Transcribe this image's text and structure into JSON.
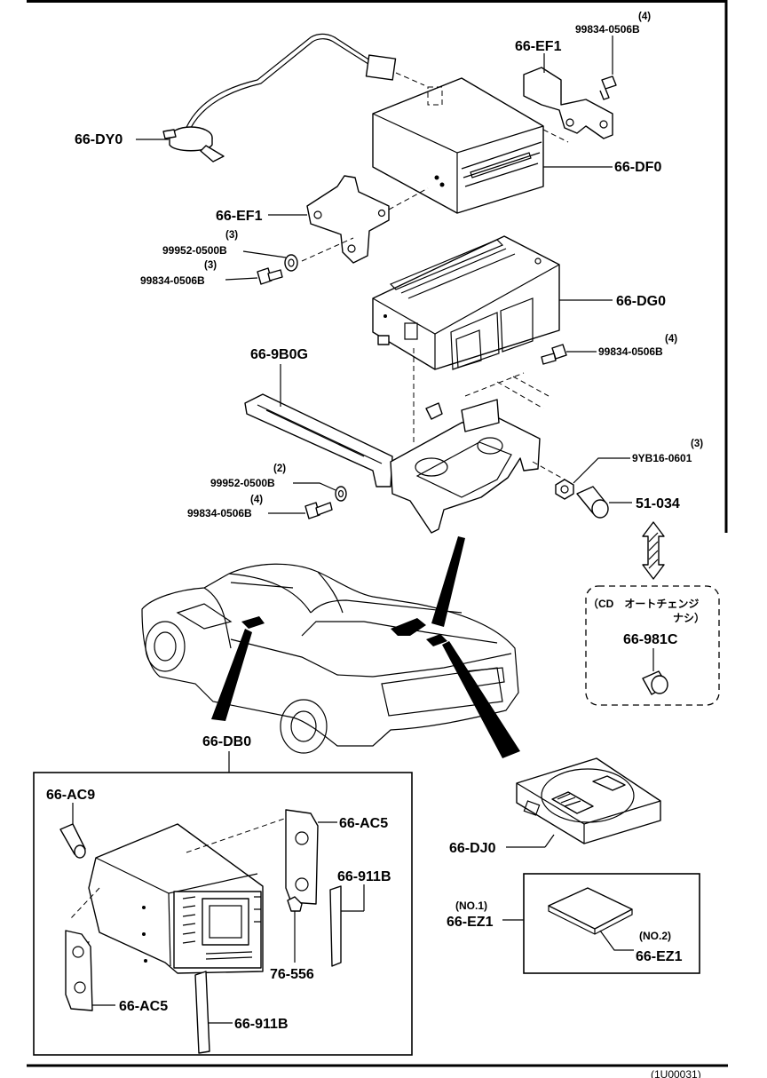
{
  "labels": {
    "dy0": "66-DY0",
    "ef1_top": "66-EF1",
    "bolt_top": "99834-0506B",
    "bolt_top_qty": "(4)",
    "df0": "66-DF0",
    "ef1_mid": "66-EF1",
    "washer_mid": "99952-0500B",
    "washer_mid_qty": "(3)",
    "bolt_mid": "99834-0506B",
    "bolt_mid_qty": "(3)",
    "dg0": "66-DG0",
    "b0g": "66-9B0G",
    "bolt_right": "99834-0506B",
    "bolt_right_qty": "(4)",
    "nut": "9YB16-0601",
    "nut_qty": "(3)",
    "washer_low": "99952-0500B",
    "washer_low_qty": "(2)",
    "bolt_low": "99834-0506B",
    "bolt_low_qty": "(4)",
    "cap": "51-034",
    "note_line1": "（CD　オートチェンジ",
    "note_line2": "ナシ）",
    "note_part": "66-981C",
    "db0": "66-DB0",
    "ac9": "66-AC9",
    "ac5_right": "66-AC5",
    "b911_right": "66-911B",
    "knob": "76-556",
    "ac5_left": "66-AC5",
    "b911_bottom": "66-911B",
    "dj0": "66-DJ0",
    "ez1_no1_tag": "(NO.1)",
    "ez1_no1": "66-EZ1",
    "ez1_no2_tag": "(NO.2)",
    "ez1_no2": "66-EZ1",
    "footer_code": "(1U00031)"
  }
}
